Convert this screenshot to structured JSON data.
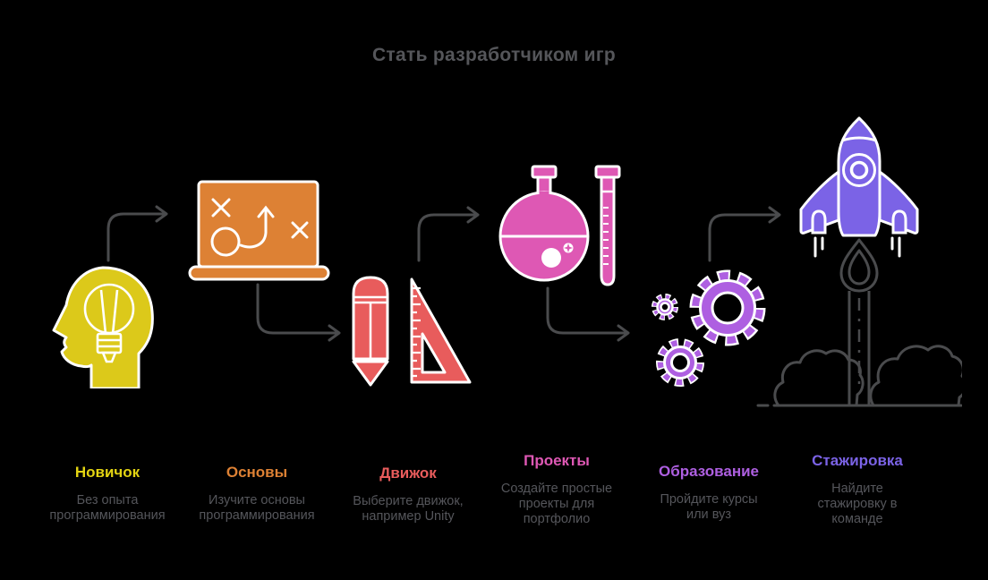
{
  "title": "Стать разработчиком игр",
  "steps": [
    {
      "label": "Новичок",
      "description_lines": [
        "Без опыта",
        "программирования"
      ],
      "color": "#e3d412",
      "icon": "head-lightbulb-icon"
    },
    {
      "label": "Основы",
      "description_lines": [
        "Изучите основы",
        "программирования"
      ],
      "color": "#dd8134",
      "icon": "strategy-board-icon"
    },
    {
      "label": "Движок",
      "description_lines": [
        "Выберите движок,",
        "например Unity"
      ],
      "color": "#e85c5c",
      "icon": "pencil-ruler-icon"
    },
    {
      "label": "Проекты",
      "description_lines": [
        "Создайте простые",
        "проекты для",
        "портфолио"
      ],
      "color": "#de58b4",
      "icon": "flask-test-tube-icon"
    },
    {
      "label": "Образование",
      "description_lines": [
        "Пройдите курсы",
        "или вуз"
      ],
      "color": "#ae5fe1",
      "icon": "gears-icon"
    },
    {
      "label": "Стажировка",
      "description_lines": [
        "Найдите",
        "стажировку в",
        "команде"
      ],
      "color": "#7b63e6",
      "icon": "rocket-icon"
    }
  ],
  "colors": {
    "background": "#000000",
    "title_text": "#55565a",
    "description_text": "#55565b",
    "arrow": "#4a4b4d",
    "icon_outline": "#ffffff",
    "step1_yellow": "#dcc91a",
    "step2_orange": "#dd8134",
    "step3_coral": "#e85c5c",
    "step4_pink": "#de58b4",
    "step5_purple": "#ae5fe1",
    "step6_violet": "#7b63e6"
  }
}
